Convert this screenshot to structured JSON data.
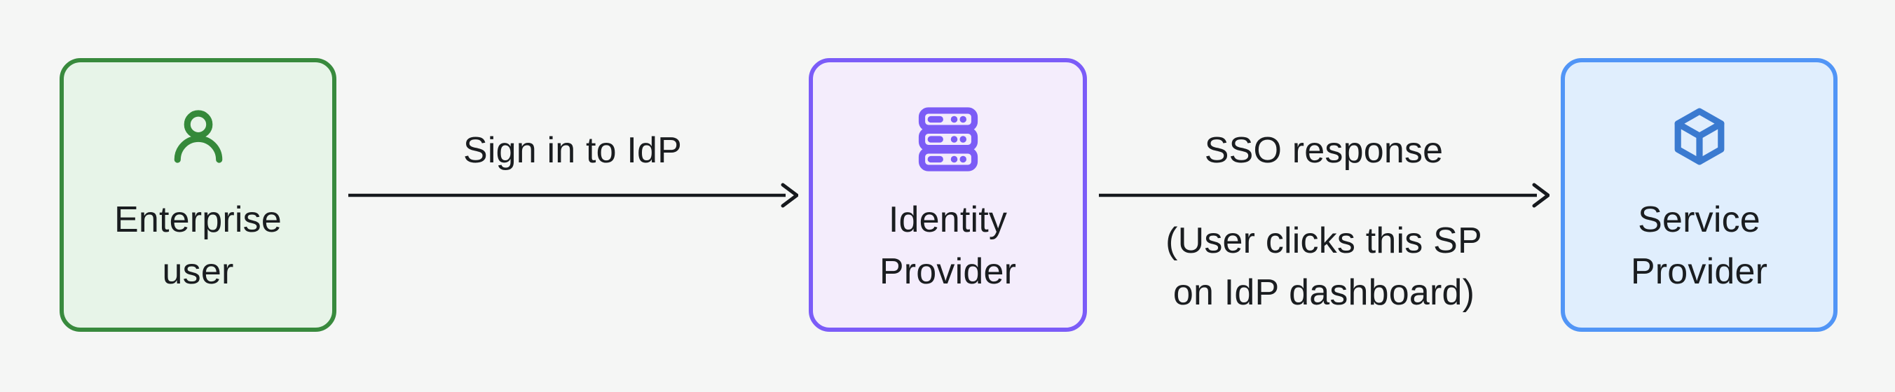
{
  "diagram": {
    "title": "SSO IdP-initiated flow diagram",
    "background_color": "#f5f6f5",
    "text_color": "#1a1d20",
    "arrow_color": "#16191d",
    "nodes": [
      {
        "id": "enterprise-user",
        "label_line1": "Enterprise",
        "label_line2": "user",
        "icon": "user-icon",
        "fill_color": "#e7f4e8",
        "border_color": "#388a3d",
        "icon_color": "#35893a"
      },
      {
        "id": "identity-provider",
        "label_line1": "Identity",
        "label_line2": "Provider",
        "icon": "server-icon",
        "fill_color": "#f4edfc",
        "border_color": "#7b5cf8",
        "icon_color": "#7b5cf6"
      },
      {
        "id": "service-provider",
        "label_line1": "Service",
        "label_line2": "Provider",
        "icon": "cube-icon",
        "fill_color": "#e0eefd",
        "border_color": "#5195f6",
        "icon_color": "#3a7ad0"
      }
    ],
    "edges": [
      {
        "id": "sign-in-to-idp",
        "label": "Sign in to IdP",
        "from": "enterprise-user",
        "to": "identity-provider"
      },
      {
        "id": "sso-response",
        "label": "SSO response",
        "note_line1": "(User clicks this SP",
        "note_line2": "on IdP dashboard)",
        "from": "identity-provider",
        "to": "service-provider"
      }
    ]
  }
}
